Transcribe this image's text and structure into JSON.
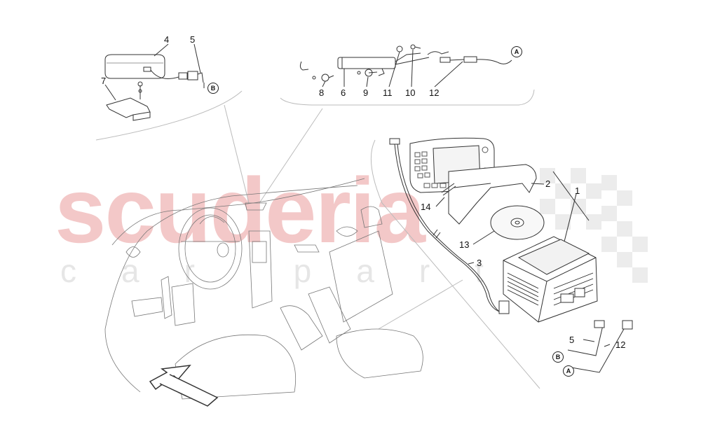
{
  "watermark": {
    "main": "scuderia",
    "sub": "car parts"
  },
  "callouts": {
    "c1": "1",
    "c2": "2",
    "c3": "3",
    "c4": "4",
    "c5": "5",
    "c5b": "5",
    "c6": "6",
    "c7": "7",
    "c8": "8",
    "c9": "9",
    "c10": "10",
    "c11": "11",
    "c12": "12",
    "c12b": "12",
    "c13": "13",
    "c14": "14"
  },
  "refs": {
    "a1": "A",
    "a2": "A",
    "b1": "B",
    "b2": "B"
  },
  "colors": {
    "line": "#333333",
    "light_line": "#bbbbbb",
    "watermark": "#f3c8c8"
  }
}
